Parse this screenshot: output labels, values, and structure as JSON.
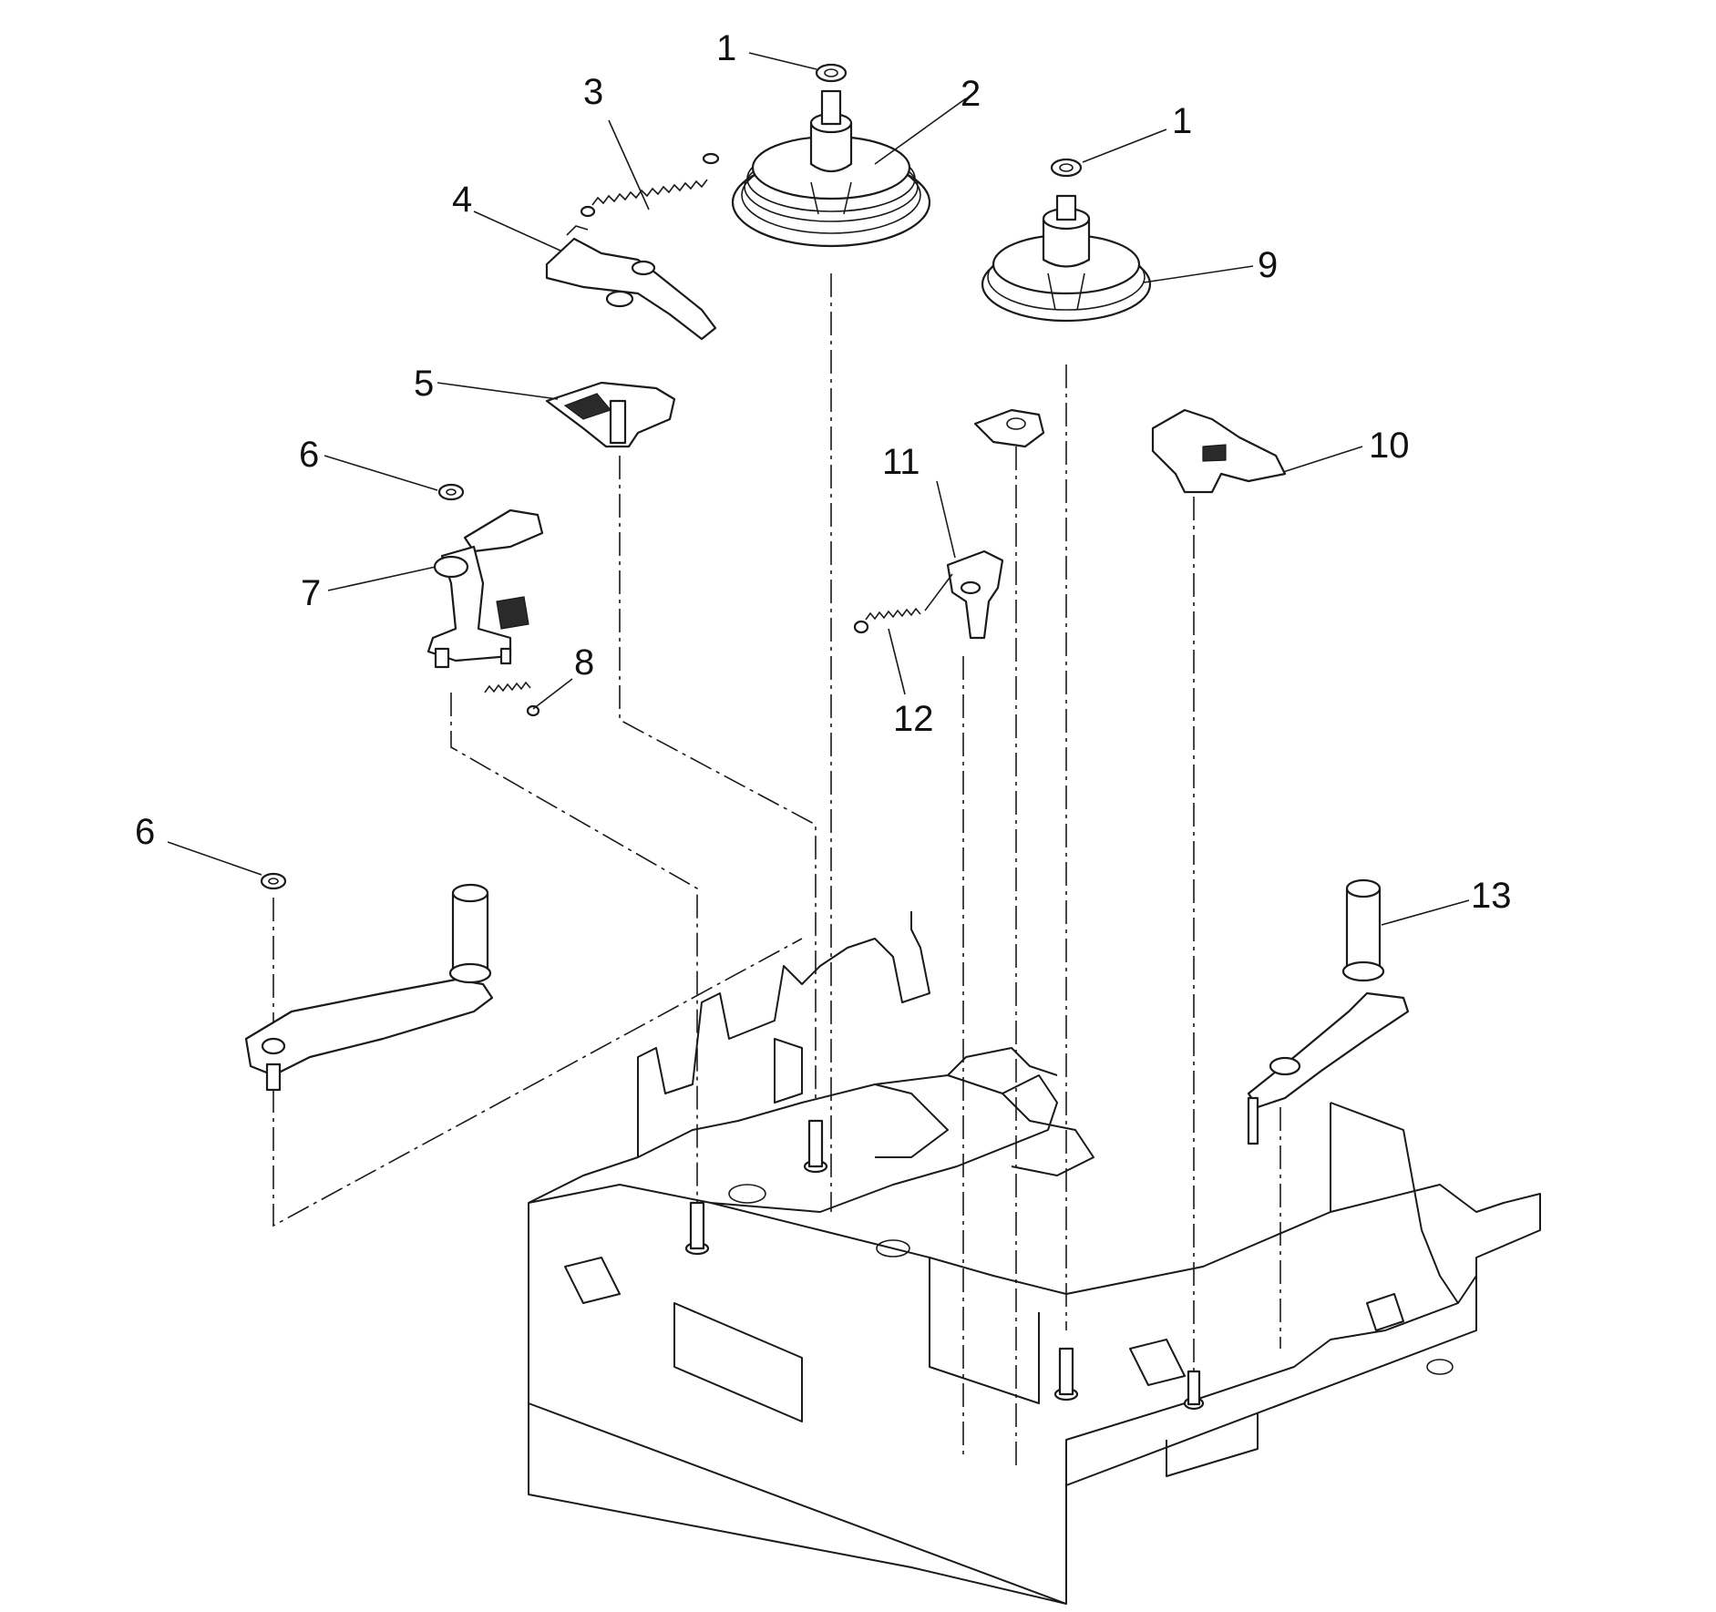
{
  "callouts": [
    {
      "id": "c1a",
      "text": "1"
    },
    {
      "id": "c1b",
      "text": "1"
    },
    {
      "id": "c2",
      "text": "2"
    },
    {
      "id": "c3",
      "text": "3"
    },
    {
      "id": "c4",
      "text": "4"
    },
    {
      "id": "c5",
      "text": "5"
    },
    {
      "id": "c6a",
      "text": "6"
    },
    {
      "id": "c6b",
      "text": "6"
    },
    {
      "id": "c7",
      "text": "7"
    },
    {
      "id": "c8",
      "text": "8"
    },
    {
      "id": "c9",
      "text": "9"
    },
    {
      "id": "c10",
      "text": "10"
    },
    {
      "id": "c11",
      "text": "11"
    },
    {
      "id": "c12",
      "text": "12"
    },
    {
      "id": "c13",
      "text": "13"
    }
  ]
}
